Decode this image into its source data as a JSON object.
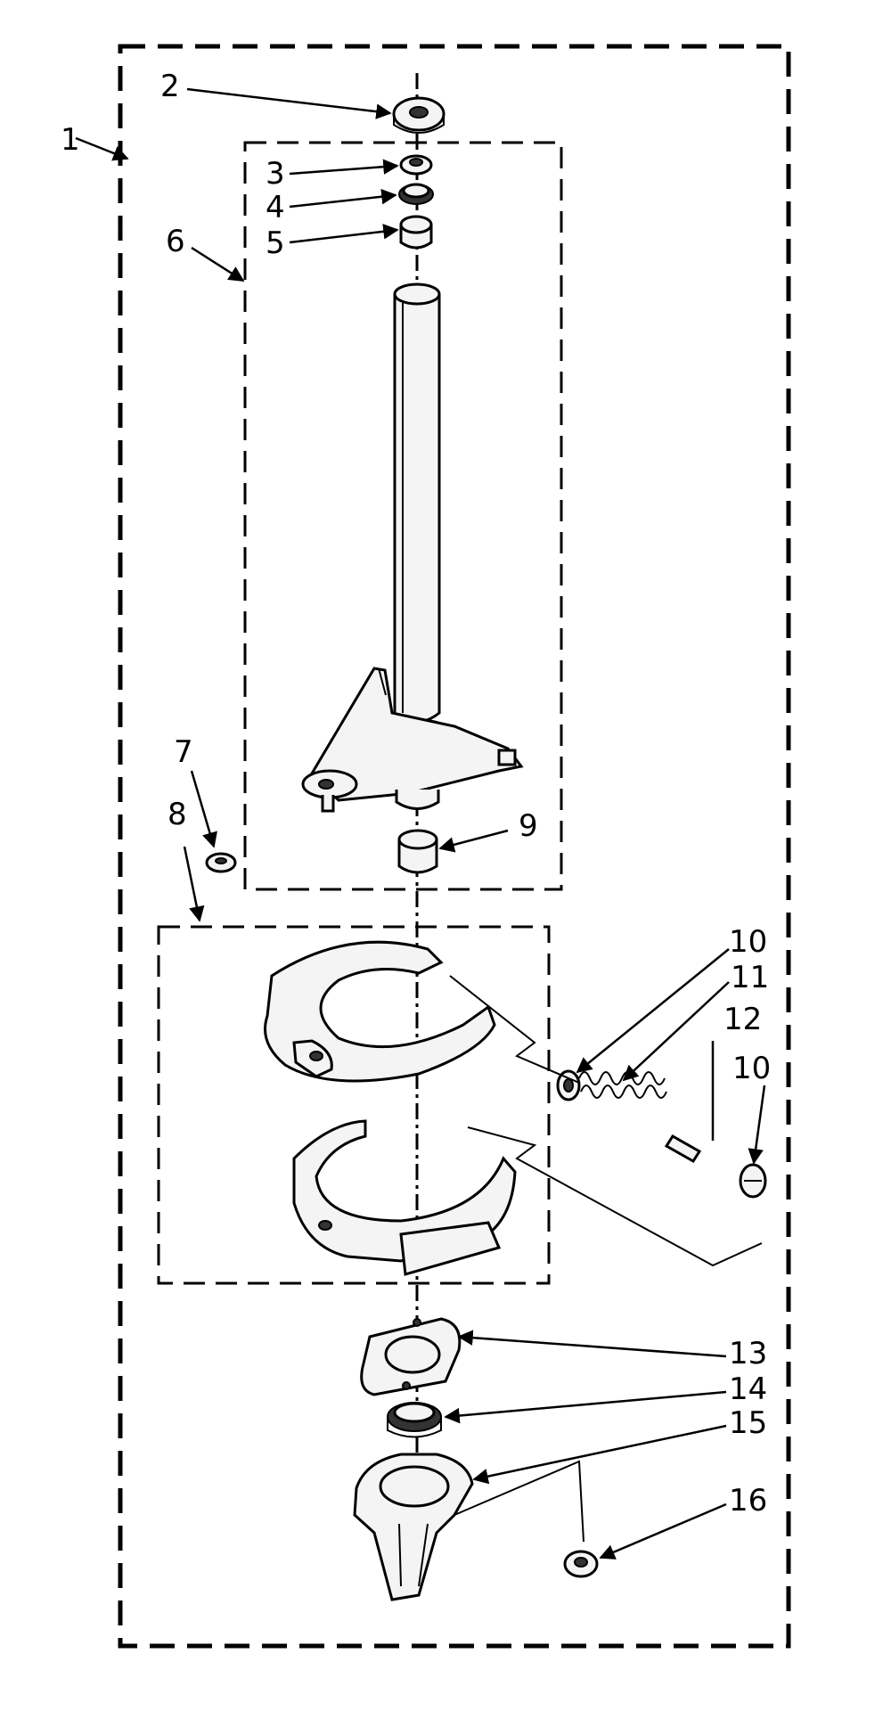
{
  "callouts": {
    "c1": "1",
    "c2": "2",
    "c3": "3",
    "c4": "4",
    "c5": "5",
    "c6": "6",
    "c7": "7",
    "c8": "8",
    "c9": "9",
    "c10a": "10",
    "c11": "11",
    "c12": "12",
    "c10b": "10",
    "c13": "13",
    "c14": "14",
    "c15": "15",
    "c16": "16"
  }
}
